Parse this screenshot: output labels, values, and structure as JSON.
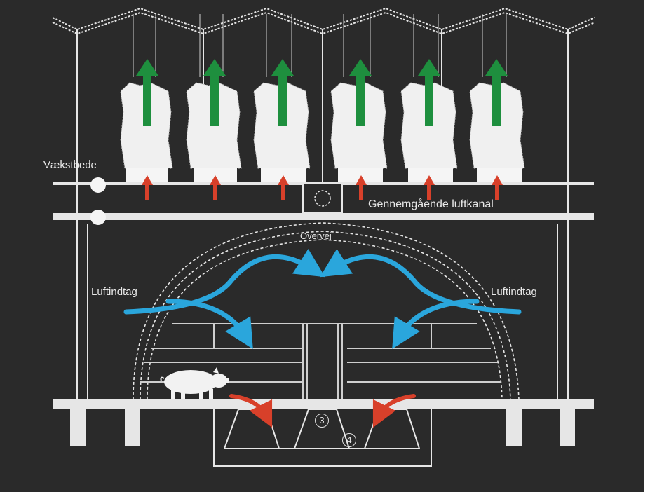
{
  "labels": {
    "vaeksbede": "Vækstbede",
    "luftkanal": "Gennemgående luftkanal",
    "overvej": "Overvej",
    "luftindtag_left": "Luftindtag",
    "luftindtag_right": "Luftindtag"
  },
  "markers": {
    "three": "3",
    "four": "4"
  },
  "colors": {
    "background": "#2a2a2a",
    "structure": "#e6e6e6",
    "plant_arrow": "#1e8f3e",
    "heat_arrow": "#d8402a",
    "air_arrow": "#2aa6dc",
    "pig": "#f2f2f2"
  },
  "icons": [
    "plant-tower-icon",
    "green-up-arrow-icon",
    "red-up-arrow-icon",
    "blue-air-arrow-icon",
    "red-air-arrow-icon",
    "pig-icon",
    "fan-icon"
  ]
}
